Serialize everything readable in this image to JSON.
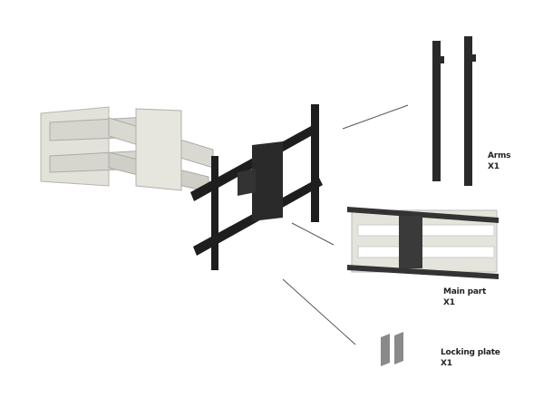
{
  "parts": [
    {
      "name": "Arms",
      "qty": "X1"
    },
    {
      "name": "Main part",
      "qty": "X1"
    },
    {
      "name": "Locking plate",
      "qty": "X1"
    }
  ],
  "colors": {
    "bracket": "#1e1e1e",
    "arm": "#dcdcd4",
    "leader_line": "#555555"
  }
}
